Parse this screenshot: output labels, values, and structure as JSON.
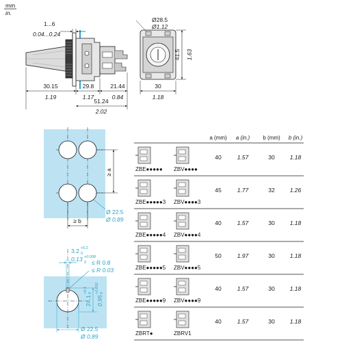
{
  "units": {
    "primary": "mm",
    "secondary": "in."
  },
  "front_view": {
    "range_mm": "1...6",
    "range_in": "0.04...0.24",
    "dims": [
      {
        "mm": "30.15",
        "in": "1.19"
      },
      {
        "mm": "29.8",
        "in": "1.17"
      },
      {
        "mm": "21.44",
        "in": "0.84"
      }
    ],
    "total": {
      "mm": "51.24",
      "in": "2.02"
    }
  },
  "side_view": {
    "dia_mm": "Ø28.5",
    "dia_in": "Ø1.12",
    "height_mm": "41.5",
    "height_in": "1.63",
    "width_mm": "30",
    "width_in": "1.18"
  },
  "panel_cutout": {
    "a_label": "≥ a",
    "b_label": "≥ b",
    "hole_mm": "Ø 22.5",
    "hole_in": "Ø 0.89"
  },
  "hole_detail": {
    "key_width_mm": "3.2",
    "key_tol_mm_plus": "+0.2",
    "key_tol_mm_minus": "0",
    "key_width_in": "0.13",
    "key_tol_in_plus": "+0.008",
    "key_tol_in_minus": "0",
    "radius_mm": "≤ R 0.8",
    "radius_in": "≤ R 0.03",
    "depth_mm": "24.1",
    "depth_tol_mm_plus": "+0.4",
    "depth_tol_mm_minus": "0",
    "depth_in": "0.95",
    "depth_tol_in_plus": "+0.016",
    "depth_tol_in_minus": "0",
    "hole_mm": "Ø 22.5",
    "hole_in": "Ø 0.89"
  },
  "table": {
    "headers": {
      "a_mm": "a (mm)",
      "a_in": "a (in.)",
      "b_mm": "b (mm)",
      "b_in": "b (in.)"
    },
    "rows": [
      {
        "ref1": "ZBE●●●●●",
        "ref2": "ZBV●●●●",
        "a_mm": "40",
        "a_in": "1.57",
        "b_mm": "30",
        "b_in": "1.18"
      },
      {
        "ref1": "ZBE●●●●●3",
        "ref2": "ZBV●●●●3",
        "a_mm": "45",
        "a_in": "1.77",
        "b_mm": "32",
        "b_in": "1.26"
      },
      {
        "ref1": "ZBE●●●●●4",
        "ref2": "ZBV●●●●4",
        "a_mm": "40",
        "a_in": "1.57",
        "b_mm": "30",
        "b_in": "1.18"
      },
      {
        "ref1": "ZBE●●●●●5",
        "ref2": "ZBV●●●●5",
        "a_mm": "50",
        "a_in": "1.97",
        "b_mm": "30",
        "b_in": "1.18"
      },
      {
        "ref1": "ZBE●●●●●9",
        "ref2": "ZBV●●●●9",
        "a_mm": "40",
        "a_in": "1.57",
        "b_mm": "30",
        "b_in": "1.18"
      },
      {
        "ref1": "ZBRT●",
        "ref2": "ZBRV1",
        "a_mm": "40",
        "a_in": "1.57",
        "b_mm": "30",
        "b_in": "1.18"
      }
    ]
  },
  "colors": {
    "accent": "#2aa3c7",
    "panel_fill": "#bde3f3",
    "line": "#1a1a1a"
  }
}
